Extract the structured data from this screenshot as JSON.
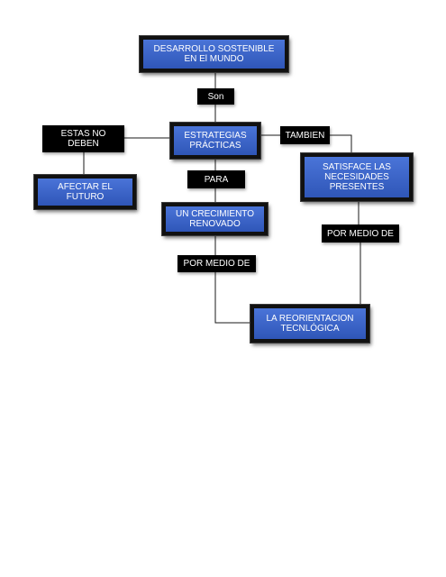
{
  "nodes": {
    "desarrollo": "DESARROLLO SOSTENIBLE\nEN El MUNDO",
    "son": "Son",
    "estrategias": "ESTRATEGIAS\nPRÁCTICAS",
    "estas_no_deben": "ESTAS NO\nDEBEN",
    "tambien": "TAMBIEN",
    "afectar": "AFECTAR EL\nFUTURO",
    "satisface": "SATISFACE LAS\nNECESIDADES\nPRESENTES",
    "para": "PARA",
    "crecimiento": "UN CRECIMIENTO\nRENOVADO",
    "por_medio_de_right": "POR MEDIO DE",
    "por_medio_de_left": "POR MEDIO DE",
    "reorientacion": "LA REORIENTACION\nTECNLÓGICA"
  },
  "colors": {
    "concept_fill": "#3a63c8",
    "concept_border": "#111111",
    "linker_fill": "#000000",
    "connector": "#1a1a1a",
    "text": "#ffffff"
  }
}
